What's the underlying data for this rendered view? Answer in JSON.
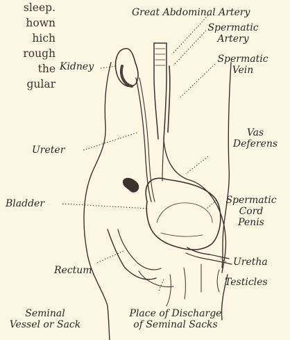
{
  "text_fragments": [
    "sleep.",
    "hown",
    "hich",
    "rough",
    "the",
    "gular"
  ],
  "labels": {
    "great_abdominal_artery": "Great Abdominal Artery",
    "spermatic_artery_1": "Spermatic",
    "spermatic_artery_2": "Artery",
    "spermatic_vein_1": "Spermatic",
    "spermatic_vein_2": "Vein",
    "kidney": "Kidney",
    "ureter": "Ureter",
    "vas_deferens_1": "Vas",
    "vas_deferens_2": "Deferens",
    "bladder": "Bladder",
    "spermatic_cord_1": "Spermatic",
    "spermatic_cord_2": "Cord",
    "penis": "Penis",
    "urethra": "Uretha",
    "rectum": "Rectum",
    "testicles": "Testicles",
    "seminal_vessel_1": "Seminal",
    "seminal_vessel_2": "Vessel or Sack",
    "place_of_discharge_1": "Place of Discharge",
    "place_of_discharge_2": "of Seminal Sacks"
  },
  "colors": {
    "paper": "#faf7e2",
    "ink": "#2a2520"
  }
}
